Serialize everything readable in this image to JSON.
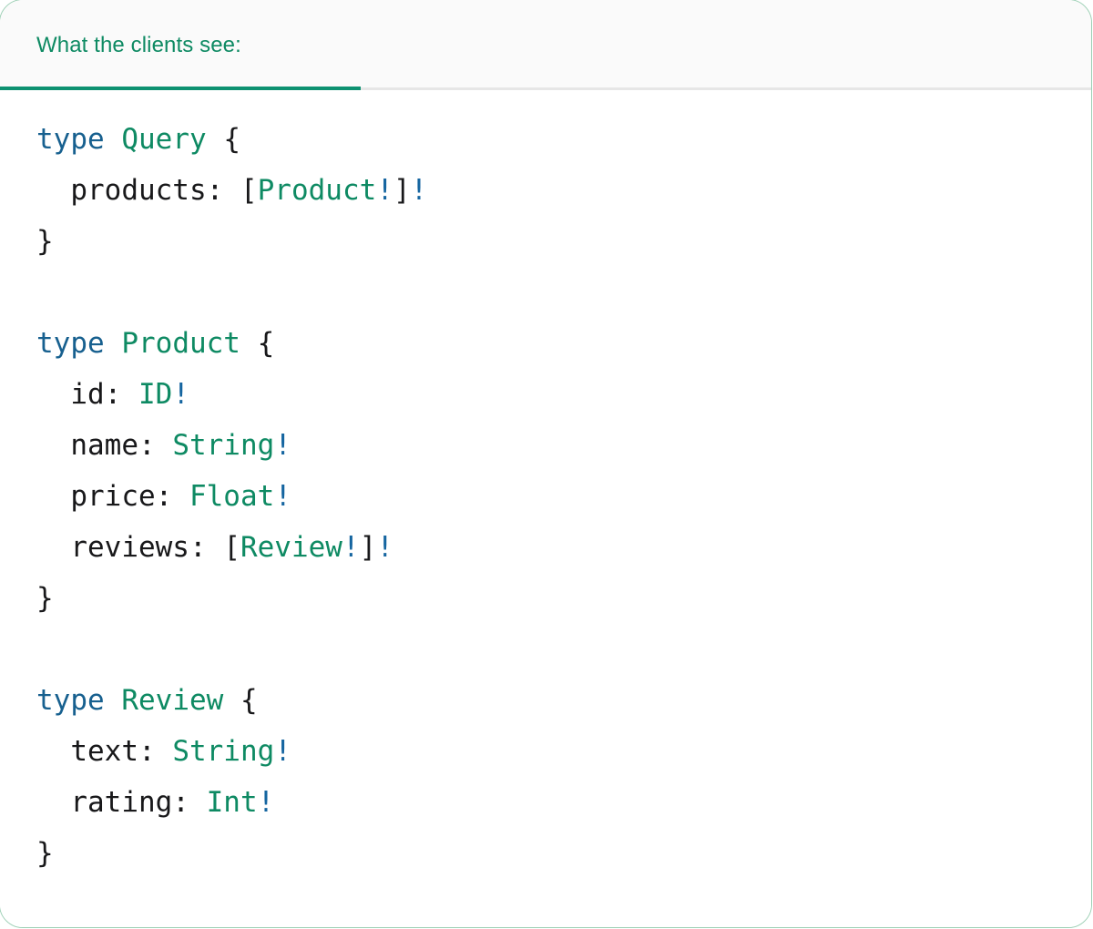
{
  "card": {
    "border_color": "#9ccfb4",
    "background": "#ffffff"
  },
  "tabbar": {
    "background": "#fafafa",
    "divider_color": "#e6e6e6",
    "active_indicator_color": "#0d9171",
    "tabs": [
      {
        "label": "What the clients see:",
        "active": true
      }
    ]
  },
  "palette": {
    "keyword_blue": "#17608f",
    "type_green": "#0e8a63",
    "bang_blue": "#1565a0",
    "punctuation": "#18181a",
    "field_name": "#18181a",
    "tab_label_green": "#0e8a63"
  },
  "code": {
    "language": "graphql",
    "plain_text": "type Query {\n  products: [Product!]!\n}\n\ntype Product {\n  id: ID!\n  name: String!\n  price: Float!\n  reviews: [Review!]!\n}\n\ntype Review {\n  text: String!\n  rating: Int!\n}",
    "lines": [
      {
        "blank": false,
        "tokens": [
          {
            "t": "type",
            "c": "kw"
          },
          {
            "t": " ",
            "c": "punc"
          },
          {
            "t": "Query",
            "c": "tname"
          },
          {
            "t": " {",
            "c": "punc"
          }
        ]
      },
      {
        "blank": false,
        "tokens": [
          {
            "t": "  products: ",
            "c": "fld"
          },
          {
            "t": "[",
            "c": "punc"
          },
          {
            "t": "Product",
            "c": "tname"
          },
          {
            "t": "!",
            "c": "bang"
          },
          {
            "t": "]",
            "c": "punc"
          },
          {
            "t": "!",
            "c": "bang"
          }
        ]
      },
      {
        "blank": false,
        "tokens": [
          {
            "t": "}",
            "c": "punc"
          }
        ]
      },
      {
        "blank": true,
        "tokens": []
      },
      {
        "blank": false,
        "tokens": [
          {
            "t": "type",
            "c": "kw"
          },
          {
            "t": " ",
            "c": "punc"
          },
          {
            "t": "Product",
            "c": "tname"
          },
          {
            "t": " {",
            "c": "punc"
          }
        ]
      },
      {
        "blank": false,
        "tokens": [
          {
            "t": "  id: ",
            "c": "fld"
          },
          {
            "t": "ID",
            "c": "tname"
          },
          {
            "t": "!",
            "c": "bang"
          }
        ]
      },
      {
        "blank": false,
        "tokens": [
          {
            "t": "  name: ",
            "c": "fld"
          },
          {
            "t": "String",
            "c": "tname"
          },
          {
            "t": "!",
            "c": "bang"
          }
        ]
      },
      {
        "blank": false,
        "tokens": [
          {
            "t": "  price: ",
            "c": "fld"
          },
          {
            "t": "Float",
            "c": "tname"
          },
          {
            "t": "!",
            "c": "bang"
          }
        ]
      },
      {
        "blank": false,
        "tokens": [
          {
            "t": "  reviews: ",
            "c": "fld"
          },
          {
            "t": "[",
            "c": "punc"
          },
          {
            "t": "Review",
            "c": "tname"
          },
          {
            "t": "!",
            "c": "bang"
          },
          {
            "t": "]",
            "c": "punc"
          },
          {
            "t": "!",
            "c": "bang"
          }
        ]
      },
      {
        "blank": false,
        "tokens": [
          {
            "t": "}",
            "c": "punc"
          }
        ]
      },
      {
        "blank": true,
        "tokens": []
      },
      {
        "blank": false,
        "tokens": [
          {
            "t": "type",
            "c": "kw"
          },
          {
            "t": " ",
            "c": "punc"
          },
          {
            "t": "Review",
            "c": "tname"
          },
          {
            "t": " {",
            "c": "punc"
          }
        ]
      },
      {
        "blank": false,
        "tokens": [
          {
            "t": "  text: ",
            "c": "fld"
          },
          {
            "t": "String",
            "c": "tname"
          },
          {
            "t": "!",
            "c": "bang"
          }
        ]
      },
      {
        "blank": false,
        "tokens": [
          {
            "t": "  rating: ",
            "c": "fld"
          },
          {
            "t": "Int",
            "c": "tname"
          },
          {
            "t": "!",
            "c": "bang"
          }
        ]
      },
      {
        "blank": false,
        "tokens": [
          {
            "t": "}",
            "c": "punc"
          }
        ]
      }
    ]
  }
}
